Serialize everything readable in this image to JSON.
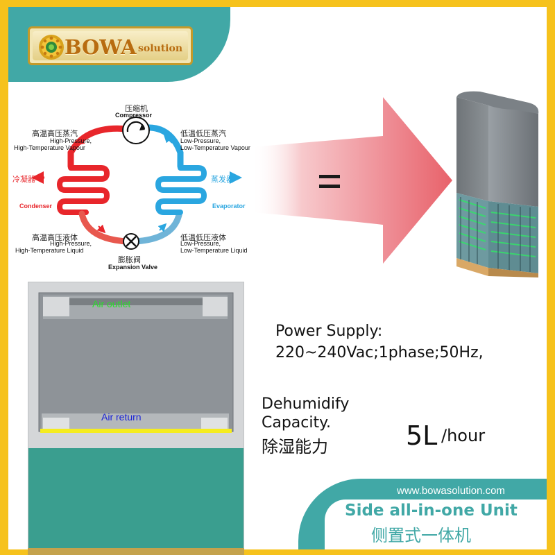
{
  "logo": {
    "brand": "BOWA",
    "suffix": "solution"
  },
  "diagram": {
    "compressor_zh": "压缩机",
    "compressor_en": "Compressor",
    "hp_vapour_zh": "高温高压蒸汽",
    "hp_vapour_en_1": "High-Pressure,",
    "hp_vapour_en_2": "High-Temperature Vapour",
    "lp_vapour_zh": "低温低压蒸汽",
    "lp_vapour_en_1": "Low-Pressure,",
    "lp_vapour_en_2": "Low-Temperature Vapour",
    "condenser_zh": "冷凝器",
    "condenser_en": "Condenser",
    "evaporator_zh": "蒸发器",
    "evaporator_en": "Evaporator",
    "hp_liquid_zh": "高温高压液体",
    "hp_liquid_en_1": "High-Pressure,",
    "hp_liquid_en_2": "High-Temperature Liquid",
    "lp_liquid_zh": "低温低压液体",
    "lp_liquid_en_1": "Low-Pressure,",
    "lp_liquid_en_2": "Low-Temperature Liquid",
    "valve_zh": "膨胀阀",
    "valve_en": "Expansion Valve",
    "colors": {
      "hot": "#e8262b",
      "cold": "#2aa6e0"
    }
  },
  "unit_front": {
    "air_outlet": "Air outlet",
    "air_return": "Air return"
  },
  "specs": {
    "power_label": "Power Supply:",
    "power_value": "220~240Vac;1phase;50Hz,",
    "dehumidify_1": "Dehumidify",
    "dehumidify_2": "Capacity.",
    "dehumidify_zh": "除湿能力",
    "capacity_value": "5L",
    "capacity_unit": "/hour"
  },
  "footer": {
    "website": "www.bowasolution.com",
    "title_en": "Side all-in-one Unit",
    "title_zh": "侧置式一体机"
  },
  "colors": {
    "frame": "#f6c21c",
    "teal": "#41a8a6",
    "arrow": "#e8626a"
  }
}
